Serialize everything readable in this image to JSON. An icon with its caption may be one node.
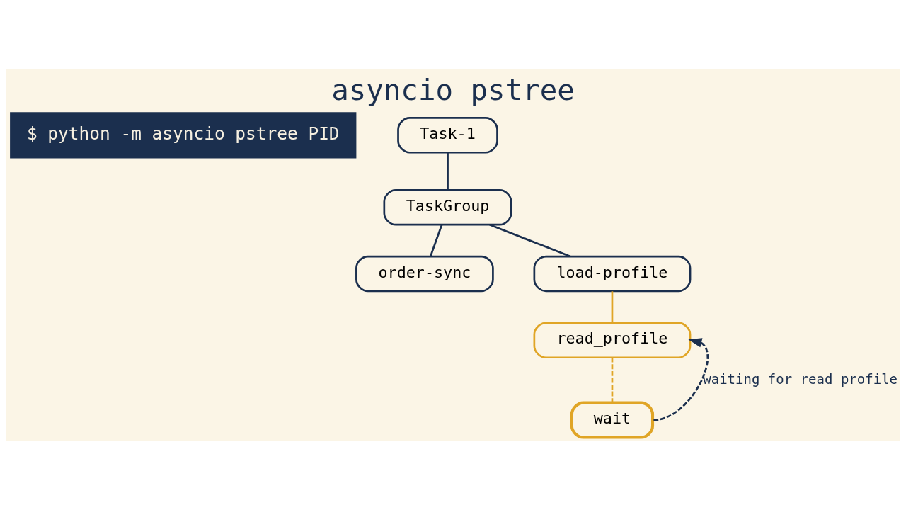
{
  "diagram": {
    "title": "asyncio pstree",
    "nodes": [
      {
        "text": [
          "Task-1"
        ]
      },
      {
        "text": [
          "TaskGroup"
        ]
      },
      {
        "text": [
          "order-sync"
        ]
      },
      {
        "text": [
          "load-profile"
        ]
      },
      {
        "text": [
          "read_profile"
        ]
      },
      {
        "text": [
          "wait"
        ]
      }
    ],
    "edges": [
      {
        "from": 0,
        "to": 1,
        "arrow": "none"
      },
      {
        "from": 1,
        "to": 2,
        "arrow": "none"
      },
      {
        "from": 1,
        "to": 3,
        "arrow": "none"
      },
      {
        "from": 3,
        "to": 4,
        "arrow": "none",
        "color": "#e0a526"
      },
      {
        "from": 4,
        "to": 5,
        "arrow": "none",
        "style": "dashed",
        "color": "#e0a526"
      },
      {
        "from": 5,
        "to": 4,
        "arrow": "to",
        "style": "dashed",
        "label": "waiting for read_profile"
      }
    ],
    "labels": [
      "$ python -m asyncio pstree PID"
    ]
  }
}
